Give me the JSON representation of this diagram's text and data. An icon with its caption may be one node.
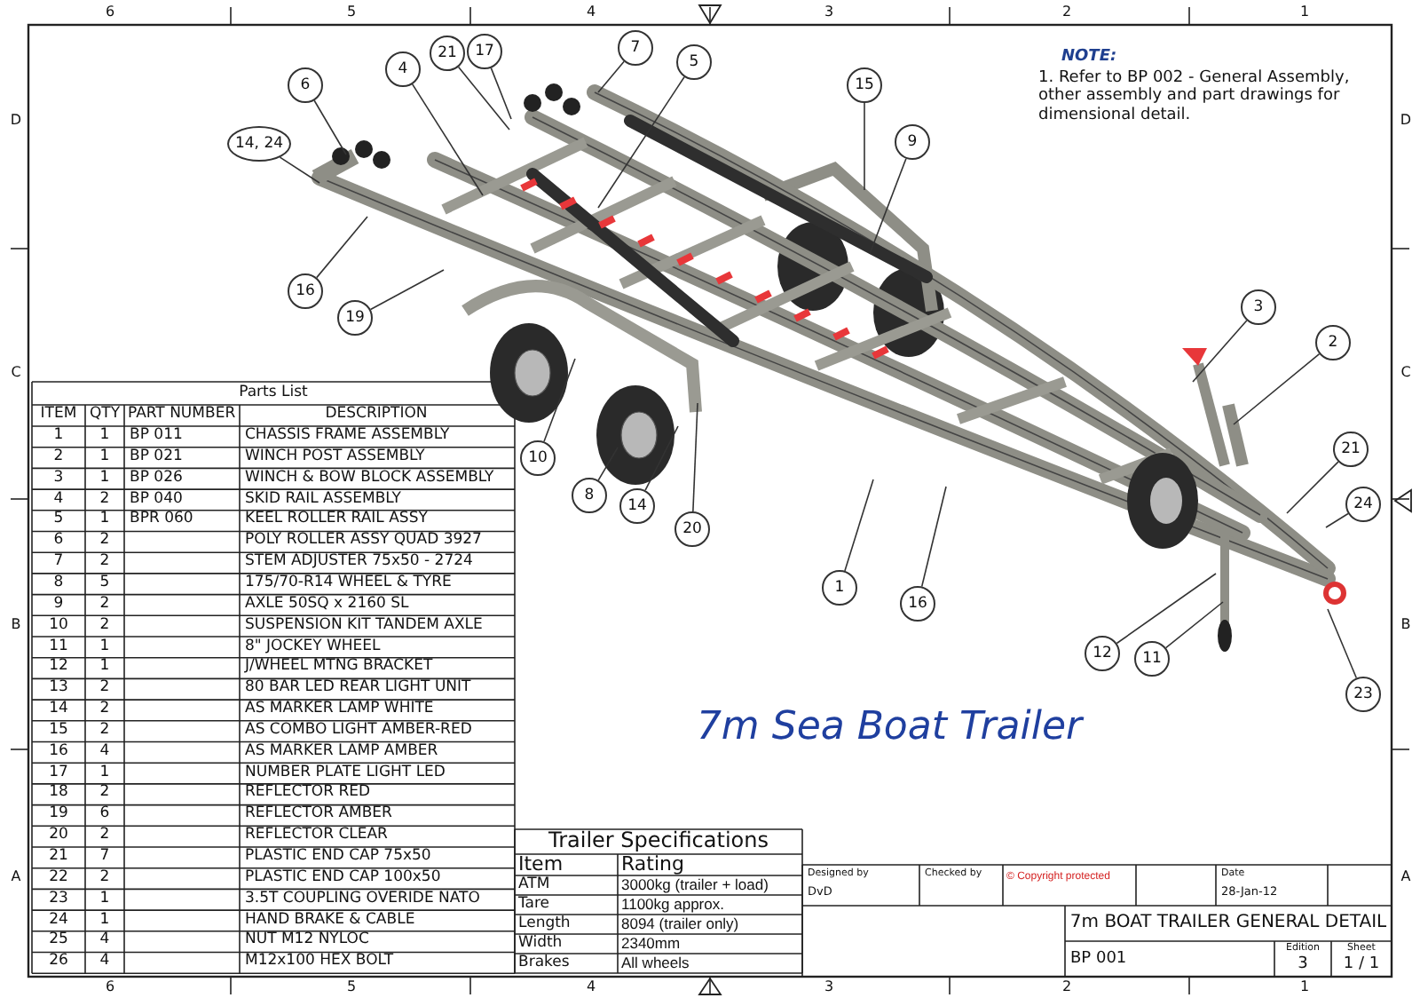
{
  "diagram": {
    "title": "7m Sea Boat Trailer",
    "nodes": [
      {
        "text": [
          "21"
        ]
      },
      {
        "text": [
          "17"
        ]
      },
      {
        "text": [
          "7"
        ]
      },
      {
        "text": [
          "5"
        ]
      },
      {
        "text": [
          "4"
        ]
      },
      {
        "text": [
          "6"
        ]
      },
      {
        "text": [
          "15"
        ]
      },
      {
        "text": [
          "14, 24"
        ]
      },
      {
        "text": [
          "9"
        ]
      },
      {
        "text": [
          "16"
        ]
      },
      {
        "text": [
          "19"
        ]
      },
      {
        "text": [
          "3"
        ]
      },
      {
        "text": [
          "2"
        ]
      },
      {
        "text": [
          "10"
        ]
      },
      {
        "text": [
          "21"
        ]
      },
      {
        "text": [
          "8"
        ]
      },
      {
        "text": [
          "14"
        ]
      },
      {
        "text": [
          "24"
        ]
      },
      {
        "text": [
          "20"
        ]
      },
      {
        "text": [
          "1"
        ]
      },
      {
        "text": [
          "16"
        ]
      },
      {
        "text": [
          "12"
        ]
      },
      {
        "text": [
          "11"
        ]
      },
      {
        "text": [
          "23"
        ]
      }
    ],
    "edges": [
      {
        "from": 0,
        "to": null,
        "arrow": "none"
      },
      {
        "from": 1,
        "to": null,
        "arrow": "none"
      },
      {
        "from": 2,
        "to": null,
        "arrow": "none"
      },
      {
        "from": 3,
        "to": null,
        "arrow": "none"
      },
      {
        "from": 4,
        "to": null,
        "arrow": "none"
      },
      {
        "from": 5,
        "to": null,
        "arrow": "none"
      },
      {
        "from": 6,
        "to": null,
        "arrow": "none"
      },
      {
        "from": 7,
        "to": null,
        "arrow": "none"
      },
      {
        "from": 8,
        "to": null,
        "arrow": "none"
      },
      {
        "from": 9,
        "to": null,
        "arrow": "none"
      },
      {
        "from": 10,
        "to": null,
        "arrow": "none"
      },
      {
        "from": 11,
        "to": null,
        "arrow": "none"
      },
      {
        "from": 12,
        "to": null,
        "arrow": "none"
      },
      {
        "from": 13,
        "to": null,
        "arrow": "none"
      },
      {
        "from": 14,
        "to": null,
        "arrow": "none"
      },
      {
        "from": 15,
        "to": null,
        "arrow": "none"
      },
      {
        "from": 16,
        "to": null,
        "arrow": "none"
      },
      {
        "from": 17,
        "to": null,
        "arrow": "none"
      },
      {
        "from": 18,
        "to": null,
        "arrow": "none"
      },
      {
        "from": 19,
        "to": null,
        "arrow": "none"
      },
      {
        "from": 20,
        "to": null,
        "arrow": "none"
      },
      {
        "from": 21,
        "to": null,
        "arrow": "none"
      },
      {
        "from": 22,
        "to": null,
        "arrow": "none"
      },
      {
        "from": 23,
        "to": null,
        "arrow": "none"
      }
    ],
    "labels": [
      "6",
      "5",
      "4",
      "3",
      "2",
      "1",
      "NOTE:",
      "1. Refer to BP 002 - General Assembly, other assembly and part drawings for dimensional detail.",
      "D",
      "D",
      "C",
      "C",
      "B",
      "B",
      "A",
      "A",
      "Parts List",
      "ITEM",
      "QTY",
      "PART NUMBER",
      "DESCRIPTION",
      "1",
      "1",
      "BP 011",
      "CHASSIS FRAME ASSEMBLY",
      "2",
      "1",
      "BP 021",
      "WINCH POST ASSEMBLY",
      "3",
      "1",
      "BP 026",
      "WINCH & BOW BLOCK ASSEMBLY",
      "4",
      "2",
      "BP 040",
      "SKID RAIL ASSEMBLY",
      "5",
      "1",
      "BPR 060",
      "KEEL ROLLER RAIL ASSY",
      "6",
      "2",
      "POLY ROLLER ASSY QUAD 3927",
      "7",
      "2",
      "STEM ADJUSTER 75x50 - 2724",
      "8",
      "5",
      "175/70-R14 WHEEL & TYRE",
      "9",
      "2",
      "AXLE 50SQ x 2160 SL",
      "10",
      "2",
      "SUSPENSION KIT TANDEM AXLE",
      "11",
      "1",
      "8\" JOCKEY WHEEL",
      "12",
      "1",
      "J/WHEEL MTNG BRACKET",
      "13",
      "2",
      "80 BAR LED REAR LIGHT UNIT",
      "14",
      "2",
      "AS MARKER LAMP WHITE",
      "15",
      "2",
      "AS COMBO LIGHT AMBER-RED",
      "16",
      "4",
      "AS MARKER LAMP AMBER",
      "17",
      "1",
      "NUMBER PLATE LIGHT LED",
      "18",
      "2",
      "REFLECTOR RED",
      "19",
      "6",
      "REFLECTOR AMBER",
      "20",
      "2",
      "REFLECTOR CLEAR",
      "21",
      "7",
      "PLASTIC END CAP 75x50",
      "22",
      "2",
      "PLASTIC END CAP 100x50",
      "23",
      "1",
      "3.5T COUPLING OVERIDE NATO",
      "24",
      "1",
      "HAND BRAKE & CABLE",
      "25",
      "4",
      "NUT M12 NYLOC",
      "26",
      "4",
      "M12x100 HEX BOLT",
      "Trailer Specifications",
      "Item",
      "Rating",
      "ATM",
      "3000kg (trailer + load)",
      "Tare",
      "1100kg approx.",
      "Length",
      "8094 (trailer only)",
      "Width",
      "2340mm",
      "Brakes",
      "All wheels",
      "Designed by",
      "DvD",
      "Checked by",
      "© Copyright protected",
      "Date",
      "28-Jan-12",
      "7m BOAT TRAILER GENERAL DETAIL",
      "BP 001",
      "Edition",
      "3",
      "Sheet",
      "1 / 1",
      "6",
      "5",
      "4",
      "3",
      "2",
      "1"
    ]
  }
}
